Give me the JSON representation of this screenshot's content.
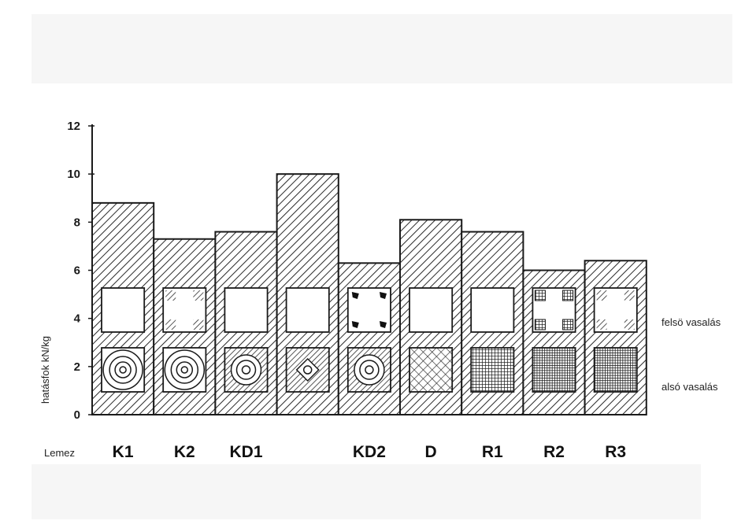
{
  "chart_data": {
    "type": "bar",
    "ylabel": "hatásfok  kN/kg",
    "ylim": [
      0,
      12
    ],
    "yticks": [
      0,
      2,
      4,
      6,
      8,
      10,
      12
    ],
    "category_axis_label": "Lemez",
    "categories": [
      "K1",
      "K2",
      "KD1",
      "",
      "KD2",
      "D",
      "R1",
      "R2",
      "R3"
    ],
    "values": [
      8.8,
      7.3,
      7.6,
      10.0,
      6.3,
      8.1,
      7.6,
      6.0,
      6.4
    ],
    "top_reinforcement": [
      "empty",
      "corner-hatch",
      "empty",
      "empty",
      "corner-solid",
      "empty",
      "empty",
      "corner-grid",
      "corner-hatch"
    ],
    "bottom_reinforcement": [
      "circles",
      "circles",
      "circles-hatched",
      "diamond-hatched",
      "circles-hatched",
      "cross-hatch",
      "grid",
      "grid-dense",
      "grid-dense"
    ],
    "row_labels": {
      "top": "felsö vasalás",
      "bottom": "alsó vasalás"
    },
    "grid": false,
    "legend": "none"
  }
}
